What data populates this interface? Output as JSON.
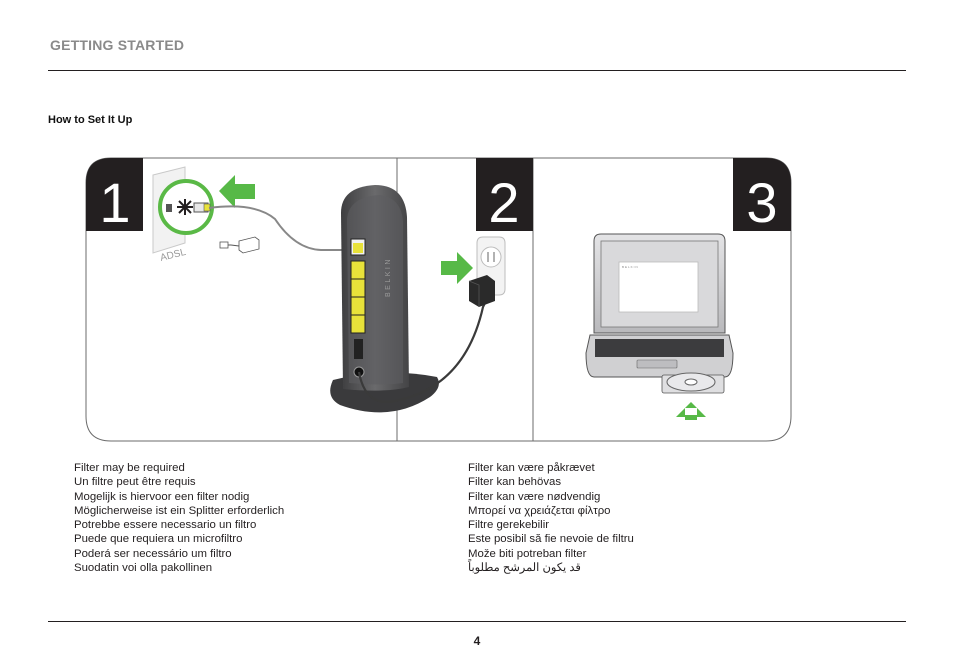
{
  "header": {
    "section_title": "GETTING STARTED"
  },
  "subheading": "How to Set It Up",
  "figure": {
    "steps": [
      "1",
      "2",
      "3"
    ],
    "wall_port_label": "ADSL",
    "router_brand": "BELKIN",
    "laptop_screen_brand": "BELKIN",
    "colors": {
      "step_badge": "#231f20",
      "arrow_green": "#57b947",
      "filter_circle": "#5ab946",
      "port_yellow": "#e8e23a",
      "router_body": "#58585a"
    },
    "icons": [
      "wall-socket-icon",
      "filter-icon",
      "router-icon",
      "power-adapter-icon",
      "laptop-icon",
      "cd-icon"
    ]
  },
  "captions_left": [
    "Filter may be required",
    "Un filtre peut être requis",
    "Mogelijk is hiervoor een filter nodig",
    "Möglicherweise ist ein Splitter erforderlich",
    "Potrebbe essere necessario un filtro",
    "Puede que requiera un microfiltro",
    "Poderá ser necessário um filtro",
    "Suodatin voi olla pakollinen"
  ],
  "captions_right": [
    "Filter kan være påkrævet",
    "Filter kan behövas",
    "Filter kan være nødvendig",
    "Μπορεί να χρειάζεται φίλτρο",
    "Filtre gerekebilir",
    "Este posibil să fie nevoie de filtru",
    "Može biti potreban filter",
    "قد يكون المرشح مطلوباً"
  ],
  "footer": {
    "page_number": "4"
  }
}
